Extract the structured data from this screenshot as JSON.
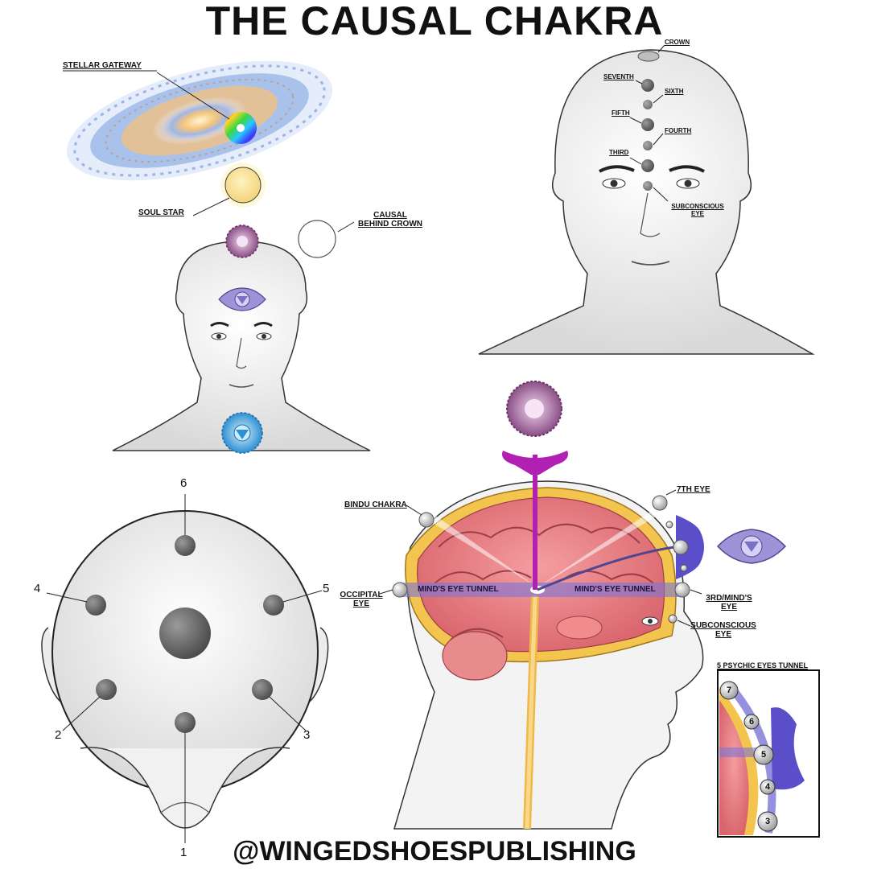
{
  "title": "THE CAUSAL CHAKRA",
  "footer": "@WINGEDSHOESPUBLISHING",
  "top_left": {
    "stellar_gateway": "STELLAR GATEWAY",
    "soul_star": "SOUL STAR",
    "causal_line1": "CAUSAL",
    "causal_line2": "BEHIND CROWN"
  },
  "top_right": {
    "crown": "CROWN",
    "seventh": "SEVENTH",
    "sixth": "SIXTH",
    "fifth": "FIFTH",
    "fourth": "FOURTH",
    "third": "THIRD",
    "subconscious_line1": "SUBCONSCIOUS",
    "subconscious_line2": "EYE"
  },
  "top_view_head": {
    "points": [
      "6",
      "4",
      "5",
      "2",
      "3",
      "1"
    ]
  },
  "brain": {
    "bindu_chakra": "BINDU CHAKRA",
    "seventh_eye": "7TH EYE",
    "occipital_line1": "OCCIPITAL",
    "occipital_line2": "EYE",
    "tunnel_left": "MIND'S EYE TUNNEL",
    "tunnel_right": "MIND'S EYE TUNNEL",
    "third_eye_line1": "3RD/MIND'S",
    "third_eye_line2": "EYE",
    "subconscious_line1": "SUBCONSCIOUS",
    "subconscious_line2": "EYE"
  },
  "inset": {
    "title": "5 PSYCHIC EYES TUNNEL",
    "points": [
      "7",
      "6",
      "5",
      "4",
      "3"
    ]
  }
}
